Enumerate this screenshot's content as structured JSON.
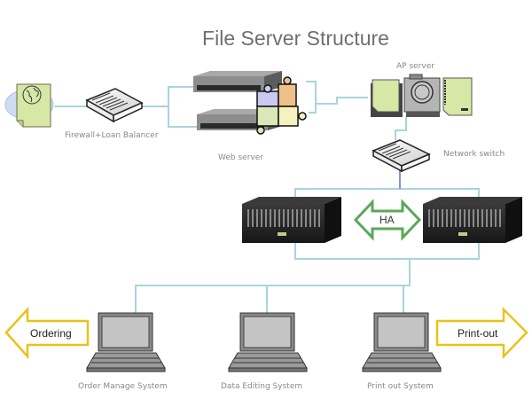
{
  "title": "File Server Structure",
  "nodes": {
    "internet": {
      "label": "",
      "icon": "globe-document-icon"
    },
    "firewall": {
      "label": "Firewall+Loan Balancer",
      "icon": "network-switch-icon"
    },
    "web_server": {
      "label": "Web server",
      "icon": "rack-server-icon"
    },
    "middleware": {
      "icon": "puzzle-icon"
    },
    "ap_server": {
      "label": "AP server",
      "icon": "camera-server-icon"
    },
    "network_switch": {
      "label": "Network switch",
      "icon": "network-switch-icon"
    },
    "storage_primary": {
      "icon": "storage-array-icon"
    },
    "storage_secondary": {
      "icon": "storage-array-icon"
    },
    "order_manage": {
      "label": "Order Manage System",
      "icon": "laptop-icon"
    },
    "data_editing": {
      "label": "Data Editing System",
      "icon": "laptop-icon"
    },
    "print_out": {
      "label": "Print out System",
      "icon": "laptop-icon"
    }
  },
  "arrows": {
    "ha": {
      "label": "HA",
      "color": "#5aa85a"
    },
    "ordering": {
      "label": "Ordering",
      "color": "#e8c31a"
    },
    "printout": {
      "label": "Print-out",
      "color": "#e8c31a"
    }
  },
  "colors": {
    "connector": "#a9d4da",
    "switch_link": "#8c8cf0",
    "title": "#6f6f6f",
    "label": "#888888"
  }
}
